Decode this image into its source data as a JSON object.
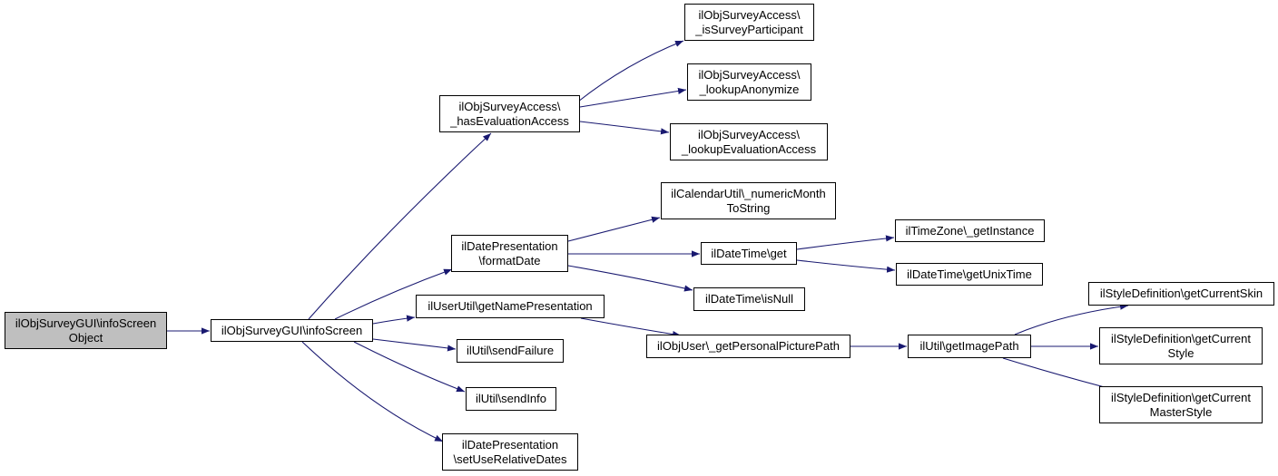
{
  "diagram": {
    "edge_color": "#191970",
    "root_fill": "#bfbfbf",
    "nodes": [
      {
        "id": "root",
        "lines": [
          "ilObjSurveyGUI\\infoScreen",
          "Object"
        ]
      },
      {
        "id": "info",
        "lines": [
          "ilObjSurveyGUI\\infoScreen"
        ]
      },
      {
        "id": "hasEval",
        "lines": [
          "ilObjSurveyAccess\\",
          "_hasEvaluationAccess"
        ]
      },
      {
        "id": "isPart",
        "lines": [
          "ilObjSurveyAccess\\",
          "_isSurveyParticipant"
        ]
      },
      {
        "id": "lookAnon",
        "lines": [
          "ilObjSurveyAccess\\",
          "_lookupAnonymize"
        ]
      },
      {
        "id": "lookEval",
        "lines": [
          "ilObjSurveyAccess\\",
          "_lookupEvaluationAccess"
        ]
      },
      {
        "id": "formatDate",
        "lines": [
          "ilDatePresentation",
          "\\formatDate"
        ]
      },
      {
        "id": "numMonth",
        "lines": [
          "ilCalendarUtil\\_numericMonth",
          "ToString"
        ]
      },
      {
        "id": "dtGet",
        "lines": [
          "ilDateTime\\get"
        ]
      },
      {
        "id": "tzInst",
        "lines": [
          "ilTimeZone\\_getInstance"
        ]
      },
      {
        "id": "unixTime",
        "lines": [
          "ilDateTime\\getUnixTime"
        ]
      },
      {
        "id": "isNull",
        "lines": [
          "ilDateTime\\isNull"
        ]
      },
      {
        "id": "namePres",
        "lines": [
          "ilUserUtil\\getNamePresentation"
        ]
      },
      {
        "id": "picPath",
        "lines": [
          "ilObjUser\\_getPersonalPicturePath"
        ]
      },
      {
        "id": "imgPath",
        "lines": [
          "ilUtil\\getImagePath"
        ]
      },
      {
        "id": "skin",
        "lines": [
          "ilStyleDefinition\\getCurrentSkin"
        ]
      },
      {
        "id": "style",
        "lines": [
          "ilStyleDefinition\\getCurrent",
          "Style"
        ]
      },
      {
        "id": "master",
        "lines": [
          "ilStyleDefinition\\getCurrent",
          "MasterStyle"
        ]
      },
      {
        "id": "sendFail",
        "lines": [
          "ilUtil\\sendFailure"
        ]
      },
      {
        "id": "sendInfo",
        "lines": [
          "ilUtil\\sendInfo"
        ]
      },
      {
        "id": "relDates",
        "lines": [
          "ilDatePresentation",
          "\\setUseRelativeDates"
        ]
      }
    ],
    "edges": [
      [
        "root",
        "info"
      ],
      [
        "info",
        "hasEval"
      ],
      [
        "hasEval",
        "isPart"
      ],
      [
        "hasEval",
        "lookAnon"
      ],
      [
        "hasEval",
        "lookEval"
      ],
      [
        "info",
        "formatDate"
      ],
      [
        "formatDate",
        "numMonth"
      ],
      [
        "formatDate",
        "dtGet"
      ],
      [
        "formatDate",
        "isNull"
      ],
      [
        "dtGet",
        "tzInst"
      ],
      [
        "dtGet",
        "unixTime"
      ],
      [
        "info",
        "namePres"
      ],
      [
        "namePres",
        "picPath"
      ],
      [
        "picPath",
        "imgPath"
      ],
      [
        "imgPath",
        "skin"
      ],
      [
        "imgPath",
        "style"
      ],
      [
        "imgPath",
        "master"
      ],
      [
        "info",
        "sendFail"
      ],
      [
        "info",
        "sendInfo"
      ],
      [
        "info",
        "relDates"
      ]
    ]
  }
}
